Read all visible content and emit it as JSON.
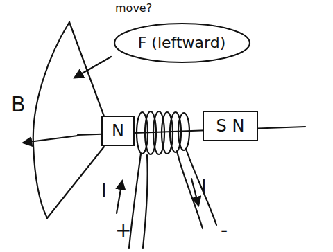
{
  "diagram": {
    "nodes": [
      {
        "text": [
          "F (leftward)"
        ]
      },
      {
        "text": [
          "N"
        ]
      },
      {
        "text": [
          "S N"
        ]
      }
    ],
    "labels": [
      "move?",
      "B",
      "I",
      "I",
      "+",
      "-"
    ]
  }
}
